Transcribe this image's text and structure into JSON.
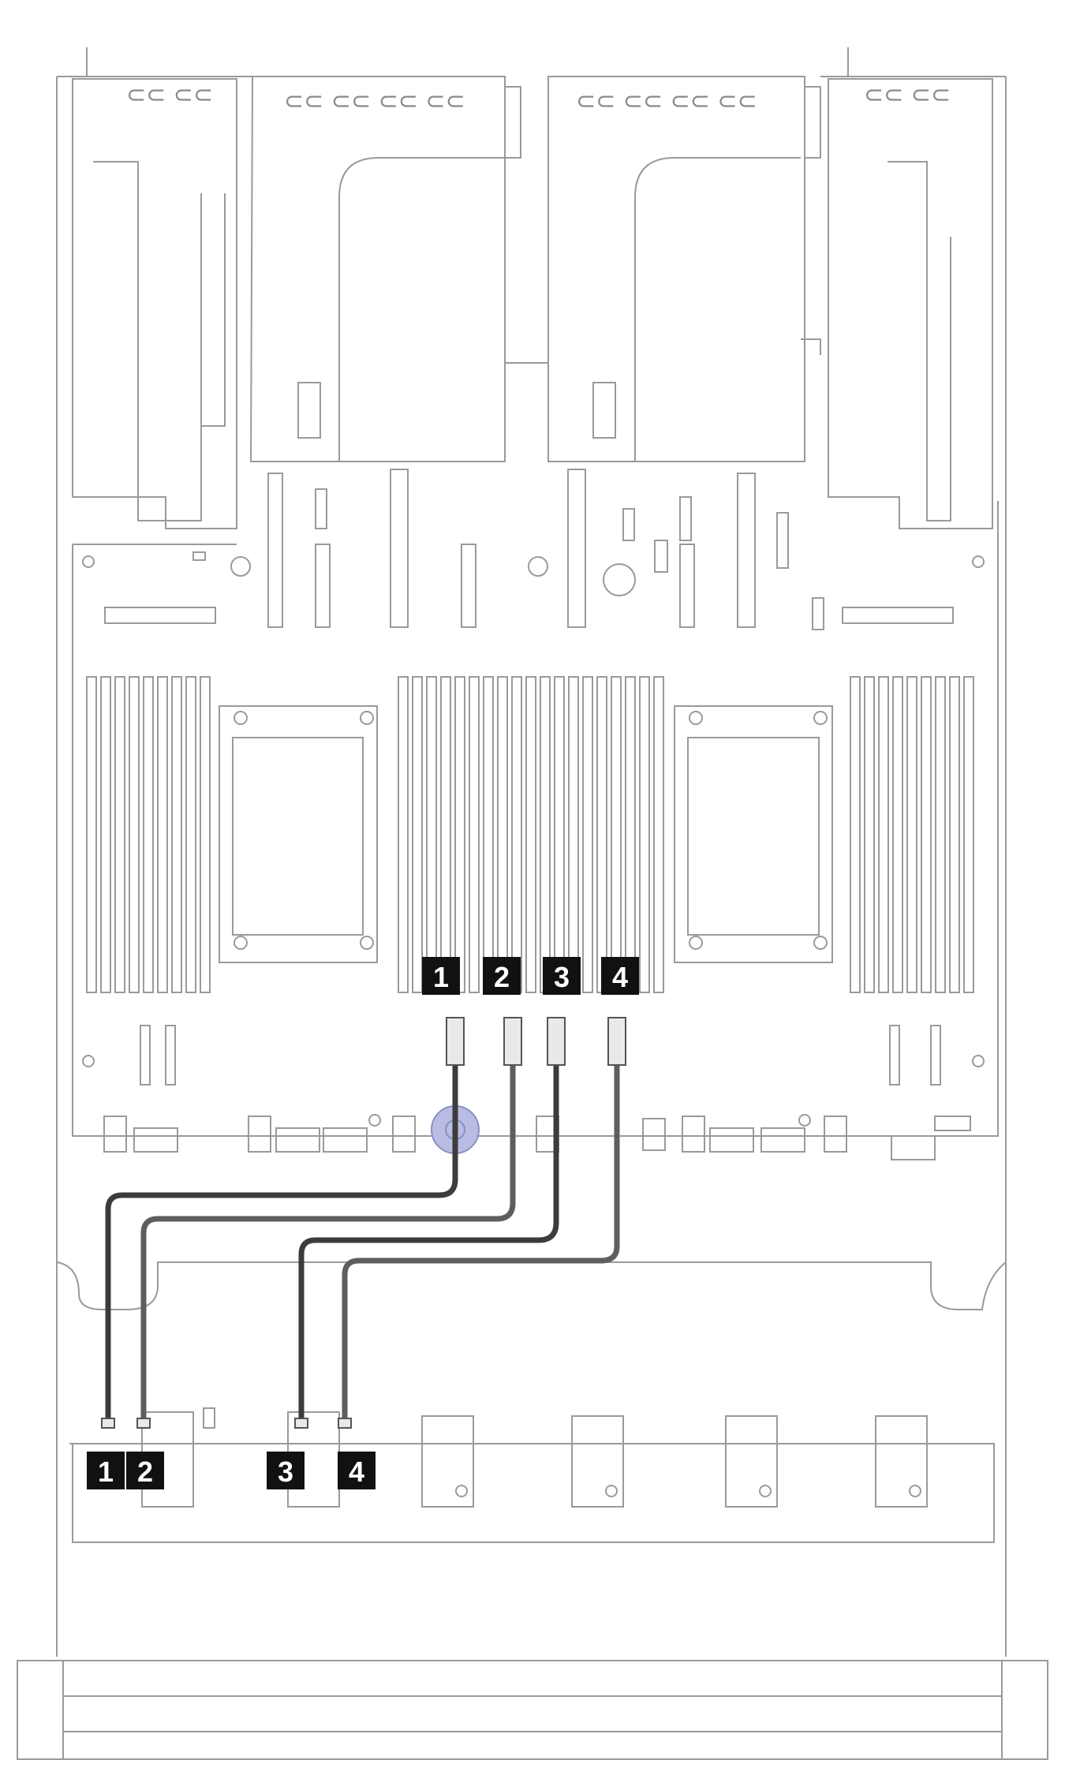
{
  "callouts": {
    "c1": "1",
    "c2": "2",
    "c3": "3",
    "c4": "4"
  },
  "colors": {
    "cable_dark": "#3c3c3c",
    "cable_mid": "#5e5e5e",
    "outline": "#9a9a9a",
    "fan_blue": "#b9bde4",
    "callout": "#111111"
  }
}
